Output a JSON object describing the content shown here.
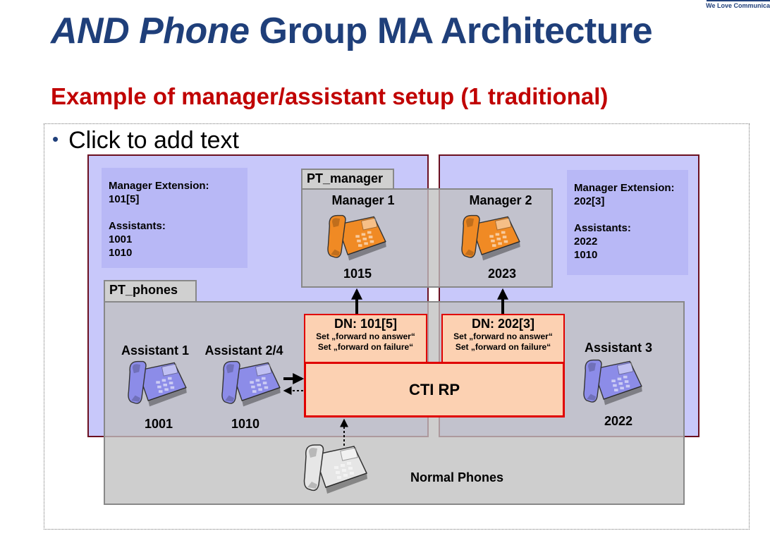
{
  "header": {
    "title_italic": "AND Phone",
    "title_rest": " Group MA Architecture",
    "tagline": "We Love Communica",
    "subtitle": "Example of manager/assistant setup (1 traditional)"
  },
  "placeholder": {
    "text": "Click to add text"
  },
  "left_info": {
    "ext_label": "Manager Extension:",
    "ext_value": "101[5]",
    "assist_label": "Assistants:",
    "assistants": [
      "1001",
      "1010"
    ]
  },
  "right_info": {
    "ext_label": "Manager Extension:",
    "ext_value": "202[3]",
    "assist_label": "Assistants:",
    "assistants": [
      "2022",
      "1010"
    ]
  },
  "partitions": {
    "manager": "PT_manager",
    "phones": "PT_phones"
  },
  "managers": [
    {
      "name": "Manager 1",
      "number": "1015"
    },
    {
      "name": "Manager 2",
      "number": "2023"
    }
  ],
  "assistants": [
    {
      "name": "Assistant 1",
      "number": "1001"
    },
    {
      "name": "Assistant 2/4",
      "number": "1010"
    },
    {
      "name": "Assistant 3",
      "number": "2022"
    }
  ],
  "dns": [
    {
      "header": "DN: 101[5]",
      "line1": "Set „forward no answer“",
      "line2": "Set „forward on failure“"
    },
    {
      "header": "DN: 202[3]",
      "line1": "Set „forward no answer“",
      "line2": "Set „forward on failure“"
    }
  ],
  "cti": "CTI RP",
  "normal_phones": "Normal Phones",
  "colors": {
    "title": "#1f3f7a",
    "subtitle": "#c00000",
    "region_fill": "#c8c8fa",
    "region_border": "#6b1020",
    "dn_fill": "#fcd1b2",
    "dn_border": "#e00000",
    "manager_phone": "#f08a24",
    "assistant_phone": "#8c8ce8",
    "normal_phone": "#e6e6e6"
  }
}
